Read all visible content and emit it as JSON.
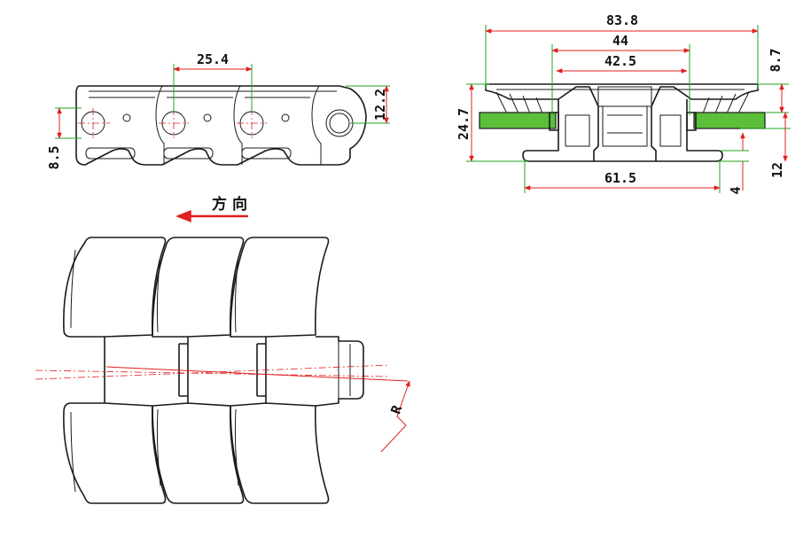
{
  "colors": {
    "line": "#1a1a1a",
    "dimension": "#e02020",
    "extension": "#1fa51f",
    "insert_fill": "#5cbf3a",
    "arrow": "#e02020"
  },
  "side_view": {
    "pitch": "25.4",
    "height": "12.2",
    "pin_offset": "8.5"
  },
  "cross_section": {
    "overall_width": "83.8",
    "width_44": "44",
    "width_42_5": "42.5",
    "top_thickness": "8.7",
    "total_height": "24.7",
    "base_width": "61.5",
    "foot_height": "4",
    "base_height": "12"
  },
  "top_view": {
    "direction_label": "方向",
    "radius_label": "R"
  }
}
